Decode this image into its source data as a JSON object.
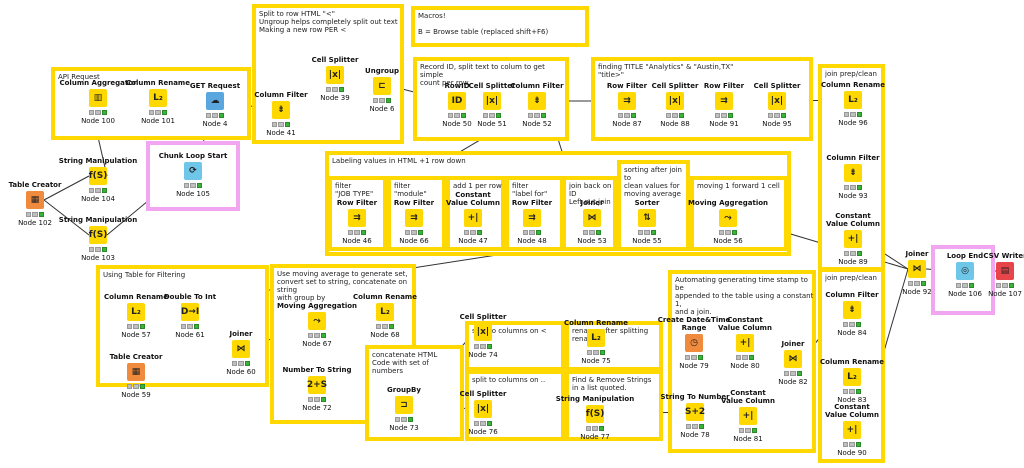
{
  "annotations": [
    {
      "id": "a_api",
      "text": "API Request",
      "color": "yellow"
    },
    {
      "id": "a_split",
      "text": "Split to row HTML \"<\"\nUngroup helps completely split out text\nMaking a new row PER <",
      "color": "yellow"
    },
    {
      "id": "a_macros",
      "text": "Macros!\n\nB = Browse table (replaced shift+F6)",
      "color": "yellow"
    },
    {
      "id": "a_record",
      "text": "Record ID, split text to colum to get simple\ncount per row.",
      "color": "yellow"
    },
    {
      "id": "a_finding",
      "text": "finding TITLE \"Analytics\" & \"Austin,TX\"\n\"title>\"",
      "color": "yellow"
    },
    {
      "id": "a_joinprep1",
      "text": "join prep/clean",
      "color": "yellow"
    },
    {
      "id": "a_chunk",
      "text": "",
      "color": "pink"
    },
    {
      "id": "a_labeling",
      "text": "Labeling values in HTML +1 row down",
      "color": "yellow"
    },
    {
      "id": "a_filterjob",
      "text": "filter\n\"JOB TYPE\"",
      "color": "yellow"
    },
    {
      "id": "a_filtermod",
      "text": "filter\n\"module\"",
      "color": "yellow"
    },
    {
      "id": "a_addrow",
      "text": "add 1 per row",
      "color": "yellow"
    },
    {
      "id": "a_filterlabel",
      "text": "filter\n\"label for\"",
      "color": "yellow"
    },
    {
      "id": "a_joinback",
      "text": "join back on ID\nLeft out join",
      "color": "yellow"
    },
    {
      "id": "a_sorting",
      "text": "sorting after join to\nclean values for\nmoving average",
      "color": "yellow"
    },
    {
      "id": "a_moving",
      "text": "moving 1 forward 1 cell",
      "color": "yellow"
    },
    {
      "id": "a_usingtable",
      "text": "Using Table for Filtering",
      "color": "yellow"
    },
    {
      "id": "a_movavg",
      "text": "Use moving average to generate set,\nconvert set to string, concatenate on string\nwith group by",
      "color": "yellow"
    },
    {
      "id": "a_concat",
      "text": "concatenate HTML\nCode with set of\nnumbers",
      "color": "yellow"
    },
    {
      "id": "a_splitcol1",
      "text": "split to columns on <",
      "color": "yellow"
    },
    {
      "id": "a_rename",
      "text": "rename after splitting\nrenames",
      "color": "yellow"
    },
    {
      "id": "a_splitcol2",
      "text": "split to columns on ..",
      "color": "yellow"
    },
    {
      "id": "a_findremove",
      "text": "Find & Remove Strings\nin a list quoted.",
      "color": "yellow"
    },
    {
      "id": "a_automating",
      "text": "Automating generating time stamp to be\nappended to the table using a constant 1,\nand a join.",
      "color": "yellow"
    },
    {
      "id": "a_joinprep2",
      "text": "join prep/clean",
      "color": "yellow"
    },
    {
      "id": "a_loopend",
      "text": "",
      "color": "pink"
    }
  ],
  "nodes": [
    {
      "id": "n100",
      "title": "Column Aggregator",
      "label": "Node 100",
      "icon": "agg-icon",
      "glyph": "▥",
      "color": "#ffd800"
    },
    {
      "id": "n101",
      "title": "Column Rename",
      "label": "Node 101",
      "icon": "rename-icon",
      "glyph": "L₂",
      "color": "#ffd800"
    },
    {
      "id": "n4",
      "title": "GET Request",
      "label": "Node 4",
      "icon": "get-request-icon",
      "glyph": "☁",
      "color": "#5aa7e0"
    },
    {
      "id": "n41",
      "title": "Column Filter",
      "label": "Node 41",
      "icon": "column-filter-icon",
      "glyph": "⇟",
      "color": "#ffd800"
    },
    {
      "id": "n39",
      "title": "Cell Splitter",
      "label": "Node 39",
      "icon": "cell-splitter-icon",
      "glyph": "|x|",
      "color": "#ffd800"
    },
    {
      "id": "n6",
      "title": "Ungroup",
      "label": "Node 6",
      "icon": "ungroup-icon",
      "glyph": "⊏",
      "color": "#ffd800"
    },
    {
      "id": "n50",
      "title": "RowID",
      "label": "Node 50",
      "icon": "rowid-icon",
      "glyph": "ID",
      "color": "#ffd800"
    },
    {
      "id": "n51",
      "title": "Cell Splitter",
      "label": "Node 51",
      "icon": "cell-splitter-icon",
      "glyph": "|x|",
      "color": "#ffd800"
    },
    {
      "id": "n52",
      "title": "Column Filter",
      "label": "Node 52",
      "icon": "column-filter-icon",
      "glyph": "⇟",
      "color": "#ffd800"
    },
    {
      "id": "n87",
      "title": "Row Filter",
      "label": "Node 87",
      "icon": "row-filter-icon",
      "glyph": "⇉",
      "color": "#ffd800"
    },
    {
      "id": "n88",
      "title": "Cell Splitter",
      "label": "Node 88",
      "icon": "cell-splitter-icon",
      "glyph": "|x|",
      "color": "#ffd800"
    },
    {
      "id": "n91",
      "title": "Row Filter",
      "label": "Node 91",
      "icon": "row-filter-icon",
      "glyph": "⇉",
      "color": "#ffd800"
    },
    {
      "id": "n95",
      "title": "Cell Splitter",
      "label": "Node 95",
      "icon": "cell-splitter-icon",
      "glyph": "|x|",
      "color": "#ffd800"
    },
    {
      "id": "n96",
      "title": "Column Rename",
      "label": "Node 96",
      "icon": "rename-icon",
      "glyph": "L₂",
      "color": "#ffd800"
    },
    {
      "id": "n93",
      "title": "Column Filter",
      "label": "Node 93",
      "icon": "column-filter-icon",
      "glyph": "⇟",
      "color": "#ffd800"
    },
    {
      "id": "n89",
      "title": "Constant\nValue Column",
      "label": "Node 89",
      "icon": "constant-value-icon",
      "glyph": "+|",
      "color": "#ffd800"
    },
    {
      "id": "n104",
      "title": "String Manipulation",
      "label": "Node 104",
      "icon": "string-manip-icon",
      "glyph": "f(S)",
      "color": "#ffd800"
    },
    {
      "id": "n103",
      "title": "String Manipulation",
      "label": "Node 103",
      "icon": "string-manip-icon",
      "glyph": "f(S)",
      "color": "#ffd800"
    },
    {
      "id": "n102",
      "title": "Table Creator",
      "label": "Node 102",
      "icon": "table-creator-icon",
      "glyph": "▦",
      "color": "#f08a3c"
    },
    {
      "id": "n105",
      "title": "Chunk Loop Start",
      "label": "Node 105",
      "icon": "chunk-loop-icon",
      "glyph": "⟳",
      "color": "#6ec6e8"
    },
    {
      "id": "n46",
      "title": "Row Filter",
      "label": "Node 46",
      "icon": "row-filter-icon",
      "glyph": "⇉",
      "color": "#ffd800"
    },
    {
      "id": "n66",
      "title": "Row Filter",
      "label": "Node 66",
      "icon": "row-filter-icon",
      "glyph": "⇉",
      "color": "#ffd800"
    },
    {
      "id": "n47",
      "title": "Constant\nValue Column",
      "label": "Node 47",
      "icon": "constant-value-icon",
      "glyph": "+|",
      "color": "#ffd800"
    },
    {
      "id": "n48",
      "title": "Row Filter",
      "label": "Node 48",
      "icon": "row-filter-icon",
      "glyph": "⇉",
      "color": "#ffd800"
    },
    {
      "id": "n53",
      "title": "Joiner",
      "label": "Node 53",
      "icon": "joiner-icon",
      "glyph": "⋈",
      "color": "#ffd800"
    },
    {
      "id": "n55",
      "title": "Sorter",
      "label": "Node 55",
      "icon": "sorter-icon",
      "glyph": "⇅",
      "color": "#ffd800"
    },
    {
      "id": "n56",
      "title": "Moving Aggregation",
      "label": "Node 56",
      "icon": "moving-agg-icon",
      "glyph": "⤳",
      "color": "#ffd800"
    },
    {
      "id": "n92",
      "title": "Joiner",
      "label": "Node 92",
      "icon": "joiner-icon",
      "glyph": "⋈",
      "color": "#ffd800"
    },
    {
      "id": "n106",
      "title": "Loop End",
      "label": "Node 106",
      "icon": "loop-end-icon",
      "glyph": "◎",
      "color": "#6ec6e8"
    },
    {
      "id": "n107",
      "title": "CSV Writer",
      "label": "Node 107",
      "icon": "csv-writer-icon",
      "glyph": "▤",
      "color": "#e8454a"
    },
    {
      "id": "n57",
      "title": "Column Rename",
      "label": "Node 57",
      "icon": "rename-icon",
      "glyph": "L₂",
      "color": "#ffd800"
    },
    {
      "id": "n61",
      "title": "Double To Int",
      "label": "Node 61",
      "icon": "double-to-int-icon",
      "glyph": "D→I",
      "color": "#ffd800"
    },
    {
      "id": "n60",
      "title": "Joiner",
      "label": "Node 60",
      "icon": "joiner-icon",
      "glyph": "⋈",
      "color": "#ffd800"
    },
    {
      "id": "n59",
      "title": "Table Creator",
      "label": "Node 59",
      "icon": "table-creator-icon",
      "glyph": "▦",
      "color": "#f08a3c"
    },
    {
      "id": "n67",
      "title": "Moving Aggregation",
      "label": "Node 67",
      "icon": "moving-agg-icon",
      "glyph": "⤳",
      "color": "#ffd800"
    },
    {
      "id": "n68",
      "title": "Column Rename",
      "label": "Node 68",
      "icon": "rename-icon",
      "glyph": "L₂",
      "color": "#ffd800"
    },
    {
      "id": "n72",
      "title": "Number To String",
      "label": "Node 72",
      "icon": "number-to-string-icon",
      "glyph": "2+S",
      "color": "#ffd800"
    },
    {
      "id": "n73",
      "title": "GroupBy",
      "label": "Node 73",
      "icon": "groupby-icon",
      "glyph": "⊐",
      "color": "#ffd800"
    },
    {
      "id": "n74",
      "title": "Cell Splitter",
      "label": "Node 74",
      "icon": "cell-splitter-icon",
      "glyph": "|x|",
      "color": "#ffd800"
    },
    {
      "id": "n75",
      "title": "Column Rename",
      "label": "Node 75",
      "icon": "rename-icon",
      "glyph": "L₂",
      "color": "#ffd800"
    },
    {
      "id": "n76",
      "title": "Cell Splitter",
      "label": "Node 76",
      "icon": "cell-splitter-icon",
      "glyph": "|x|",
      "color": "#ffd800"
    },
    {
      "id": "n77",
      "title": "String Manipulation",
      "label": "Node 77",
      "icon": "string-manip-icon",
      "glyph": "f(S)",
      "color": "#ffd800"
    },
    {
      "id": "n79",
      "title": "Create Date&Time\nRange",
      "label": "Node 79",
      "icon": "datetime-range-icon",
      "glyph": "◷",
      "color": "#f08a3c"
    },
    {
      "id": "n80",
      "title": "Constant\nValue Column",
      "label": "Node 80",
      "icon": "constant-value-icon",
      "glyph": "+|",
      "color": "#ffd800"
    },
    {
      "id": "n82",
      "title": "Joiner",
      "label": "Node 82",
      "icon": "joiner-icon",
      "glyph": "⋈",
      "color": "#ffd800"
    },
    {
      "id": "n78",
      "title": "String To Number",
      "label": "Node 78",
      "icon": "string-to-number-icon",
      "glyph": "S+2",
      "color": "#ffd800"
    },
    {
      "id": "n81",
      "title": "Constant\nValue Column",
      "label": "Node 81",
      "icon": "constant-value-icon",
      "glyph": "+|",
      "color": "#ffd800"
    },
    {
      "id": "n84",
      "title": "Column Filter",
      "label": "Node 84",
      "icon": "column-filter-icon",
      "glyph": "⇟",
      "color": "#ffd800"
    },
    {
      "id": "n83",
      "title": "Column Rename",
      "label": "Node 83",
      "icon": "rename-icon",
      "glyph": "L₂",
      "color": "#ffd800"
    },
    {
      "id": "n90",
      "title": "Constant\nValue Column",
      "label": "Node 90",
      "icon": "constant-value-icon",
      "glyph": "+|",
      "color": "#ffd800"
    }
  ],
  "connections": [
    [
      "n100",
      "n101"
    ],
    [
      "n101",
      "n4"
    ],
    [
      "n104",
      "n100"
    ],
    [
      "n102",
      "n104"
    ],
    [
      "n102",
      "n103"
    ],
    [
      "n103",
      "n105"
    ],
    [
      "n105",
      "n4"
    ],
    [
      "n4",
      "n41"
    ],
    [
      "n41",
      "n39"
    ],
    [
      "n39",
      "n6"
    ],
    [
      "n6",
      "n50"
    ],
    [
      "n50",
      "n51"
    ],
    [
      "n51",
      "n52"
    ],
    [
      "n52",
      "n87"
    ],
    [
      "n87",
      "n88"
    ],
    [
      "n88",
      "n91"
    ],
    [
      "n91",
      "n95"
    ],
    [
      "n95",
      "n96"
    ],
    [
      "n96",
      "n93"
    ],
    [
      "n93",
      "n89"
    ],
    [
      "n89",
      "n92"
    ],
    [
      "n52",
      "n46"
    ],
    [
      "n46",
      "n66"
    ],
    [
      "n66",
      "n47"
    ],
    [
      "n47",
      "n48"
    ],
    [
      "n48",
      "n53"
    ],
    [
      "n52",
      "n53"
    ],
    [
      "n53",
      "n55"
    ],
    [
      "n55",
      "n56"
    ],
    [
      "n56",
      "n92"
    ],
    [
      "n56",
      "n57"
    ],
    [
      "n57",
      "n61"
    ],
    [
      "n61",
      "n60"
    ],
    [
      "n59",
      "n60"
    ],
    [
      "n60",
      "n67"
    ],
    [
      "n67",
      "n68"
    ],
    [
      "n67",
      "n72"
    ],
    [
      "n72",
      "n73"
    ],
    [
      "n68",
      "n73"
    ],
    [
      "n73",
      "n74"
    ],
    [
      "n74",
      "n75"
    ],
    [
      "n73",
      "n76"
    ],
    [
      "n76",
      "n77"
    ],
    [
      "n77",
      "n78"
    ],
    [
      "n78",
      "n81"
    ],
    [
      "n79",
      "n80"
    ],
    [
      "n80",
      "n82"
    ],
    [
      "n81",
      "n82"
    ],
    [
      "n82",
      "n84"
    ],
    [
      "n84",
      "n83"
    ],
    [
      "n83",
      "n90"
    ],
    [
      "n90",
      "n92"
    ],
    [
      "n92",
      "n106"
    ],
    [
      "n106",
      "n107"
    ]
  ]
}
